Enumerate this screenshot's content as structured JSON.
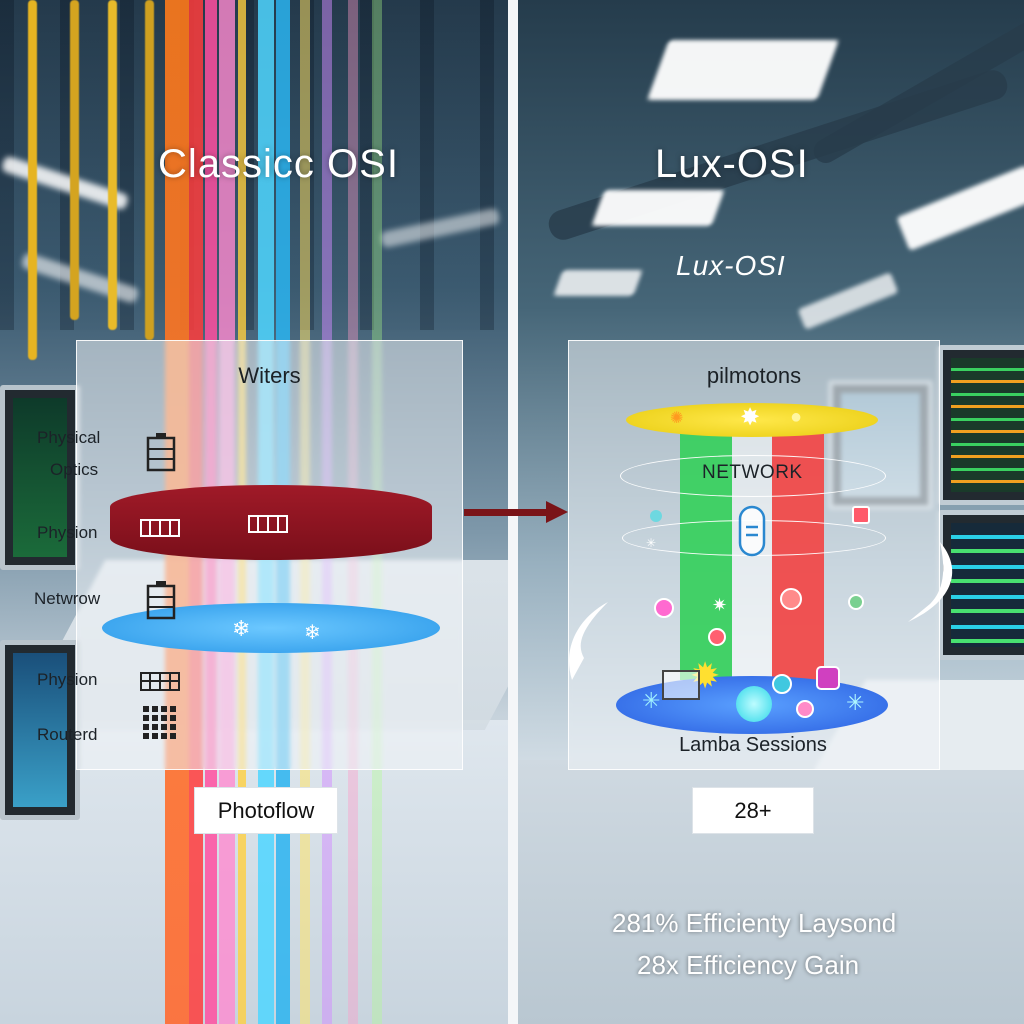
{
  "left": {
    "title": "Classicc OSI",
    "panel_header": "Witers",
    "layers": [
      {
        "label": "Physical",
        "icon": "battery-icon"
      },
      {
        "label": "Optics"
      },
      {
        "label": "Physion",
        "icon": "server-rack-icon"
      },
      {
        "label": "Netwrow",
        "icon": "battery-icon"
      },
      {
        "label": "Physion",
        "icon": "keyboard-icon"
      },
      {
        "label": "Routerd",
        "icon": "grid-icon"
      }
    ],
    "footer_chip": "Photoflow"
  },
  "right": {
    "title": "Lux-OSI",
    "subtitle": "Lux-OSI",
    "panel_header": "pilmotons",
    "network_label": "NETWORK",
    "sessions_label": "Lamba Sessions",
    "footer_chip": "28+",
    "stat_1": "281% Efficienty Laysond",
    "stat_2": "28x Efficiency Gain"
  },
  "colors": {
    "red_disc": "#8e1420",
    "blue_disc": "#38a8f0",
    "yellow_disc": "#f2d81c",
    "green_column": "#3ad060",
    "red_column": "#f04a4a",
    "arrow": "#7a1418"
  }
}
